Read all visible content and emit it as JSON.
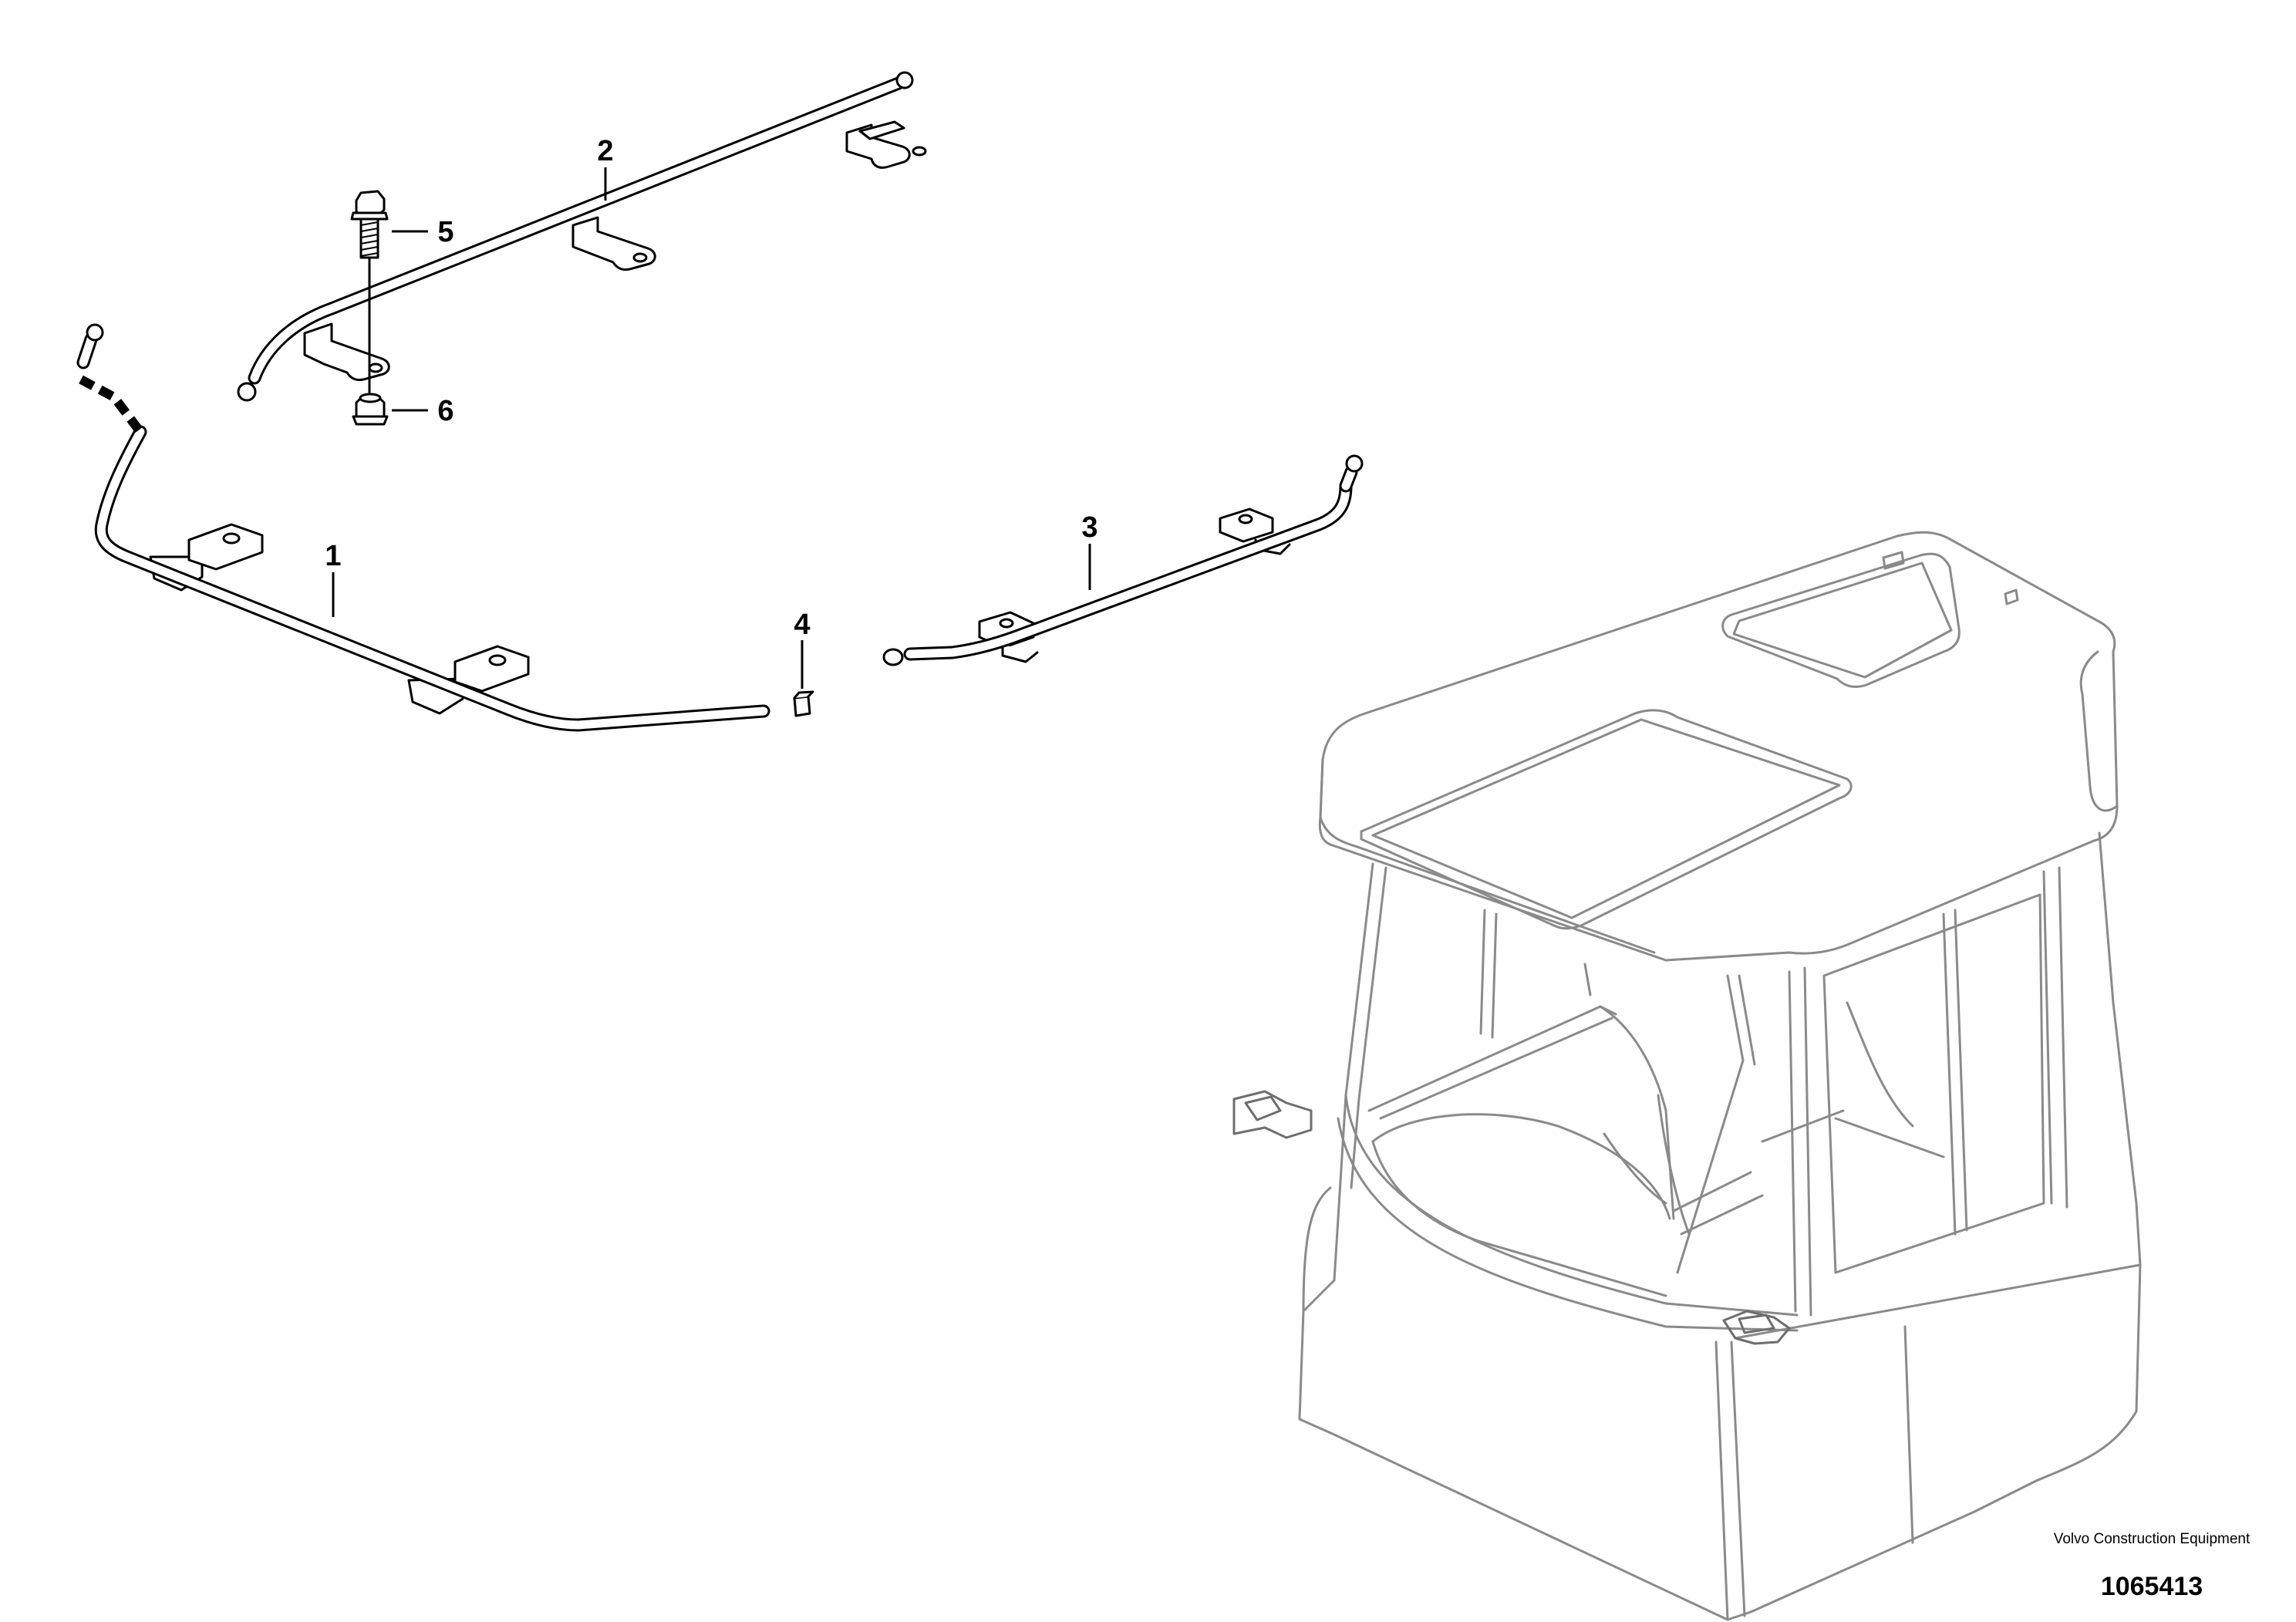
{
  "callouts": {
    "c1": "1",
    "c2": "2",
    "c3": "3",
    "c4": "4",
    "c5": "5",
    "c6": "6"
  },
  "footer": {
    "brand": "Volvo Construction Equipment",
    "number": "1065413"
  },
  "colors": {
    "line": "#000000",
    "cab_outline": "#8a8a8a",
    "background": "#ffffff"
  },
  "icons": {
    "bolt": "hex-flange-bolt",
    "nut": "hex-flange-nut",
    "cap": "end-cap",
    "cab": "machine-cab-outline"
  }
}
